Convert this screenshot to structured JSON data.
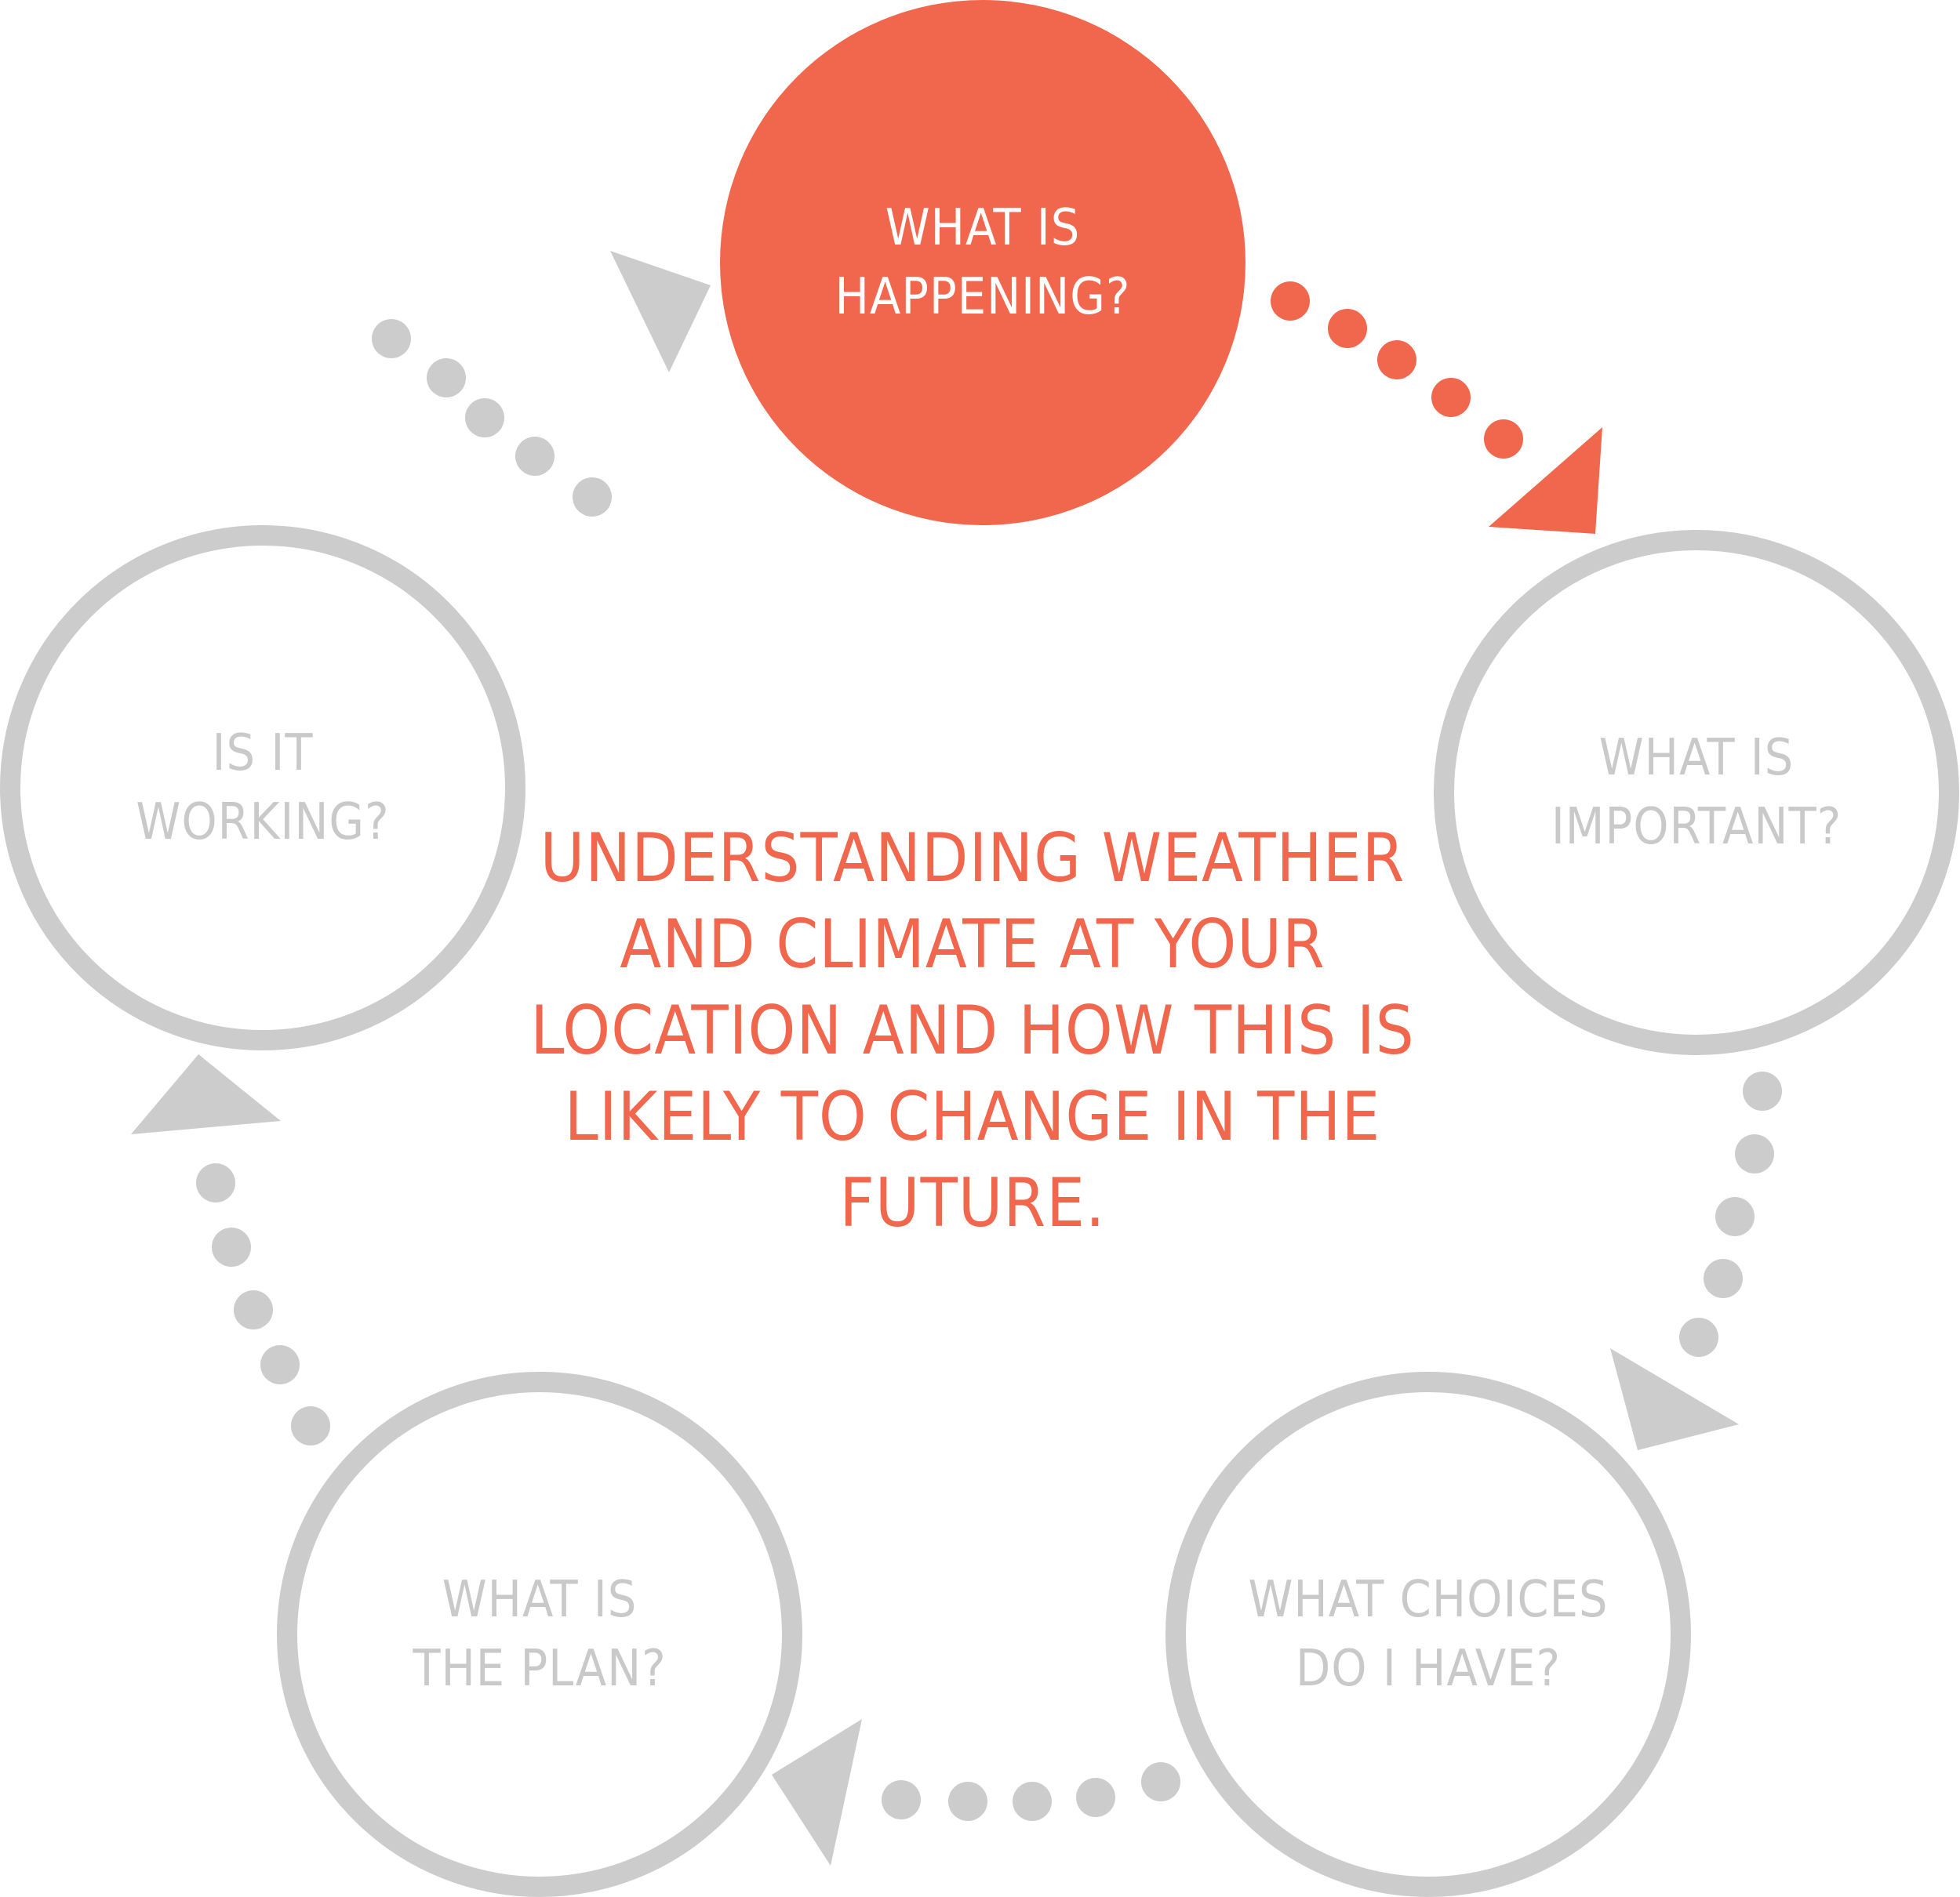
{
  "colors": {
    "accent": "#F1674D",
    "muted": "#CCCCCC",
    "muted_text": "#C9C9C9"
  },
  "steps": [
    {
      "id": "happening",
      "lines": [
        "WHAT IS",
        "HAPPENING?"
      ],
      "active": true
    },
    {
      "id": "important",
      "lines": [
        "WHAT IS",
        "IMPORTANT?"
      ],
      "active": false
    },
    {
      "id": "choices",
      "lines": [
        "WHAT CHOICES",
        "DO I HAVE?"
      ],
      "active": false
    },
    {
      "id": "plan",
      "lines": [
        "WHAT IS",
        "THE PLAN?"
      ],
      "active": false
    },
    {
      "id": "working",
      "lines": [
        "IS IT",
        "WORKING?"
      ],
      "active": false
    }
  ],
  "center_text": {
    "lines": [
      "UNDERSTANDING WEATHER",
      "AND CLIMATE AT YOUR",
      "LOCATION AND HOW THIS IS",
      "LIKELY TO CHANGE IN THE",
      "FUTURE."
    ]
  },
  "connectors": [
    {
      "from": "happening",
      "to": "important",
      "active": true
    },
    {
      "from": "important",
      "to": "choices",
      "active": false
    },
    {
      "from": "choices",
      "to": "plan",
      "active": false
    },
    {
      "from": "plan",
      "to": "working",
      "active": false
    },
    {
      "from": "working",
      "to": "happening",
      "active": false
    }
  ]
}
